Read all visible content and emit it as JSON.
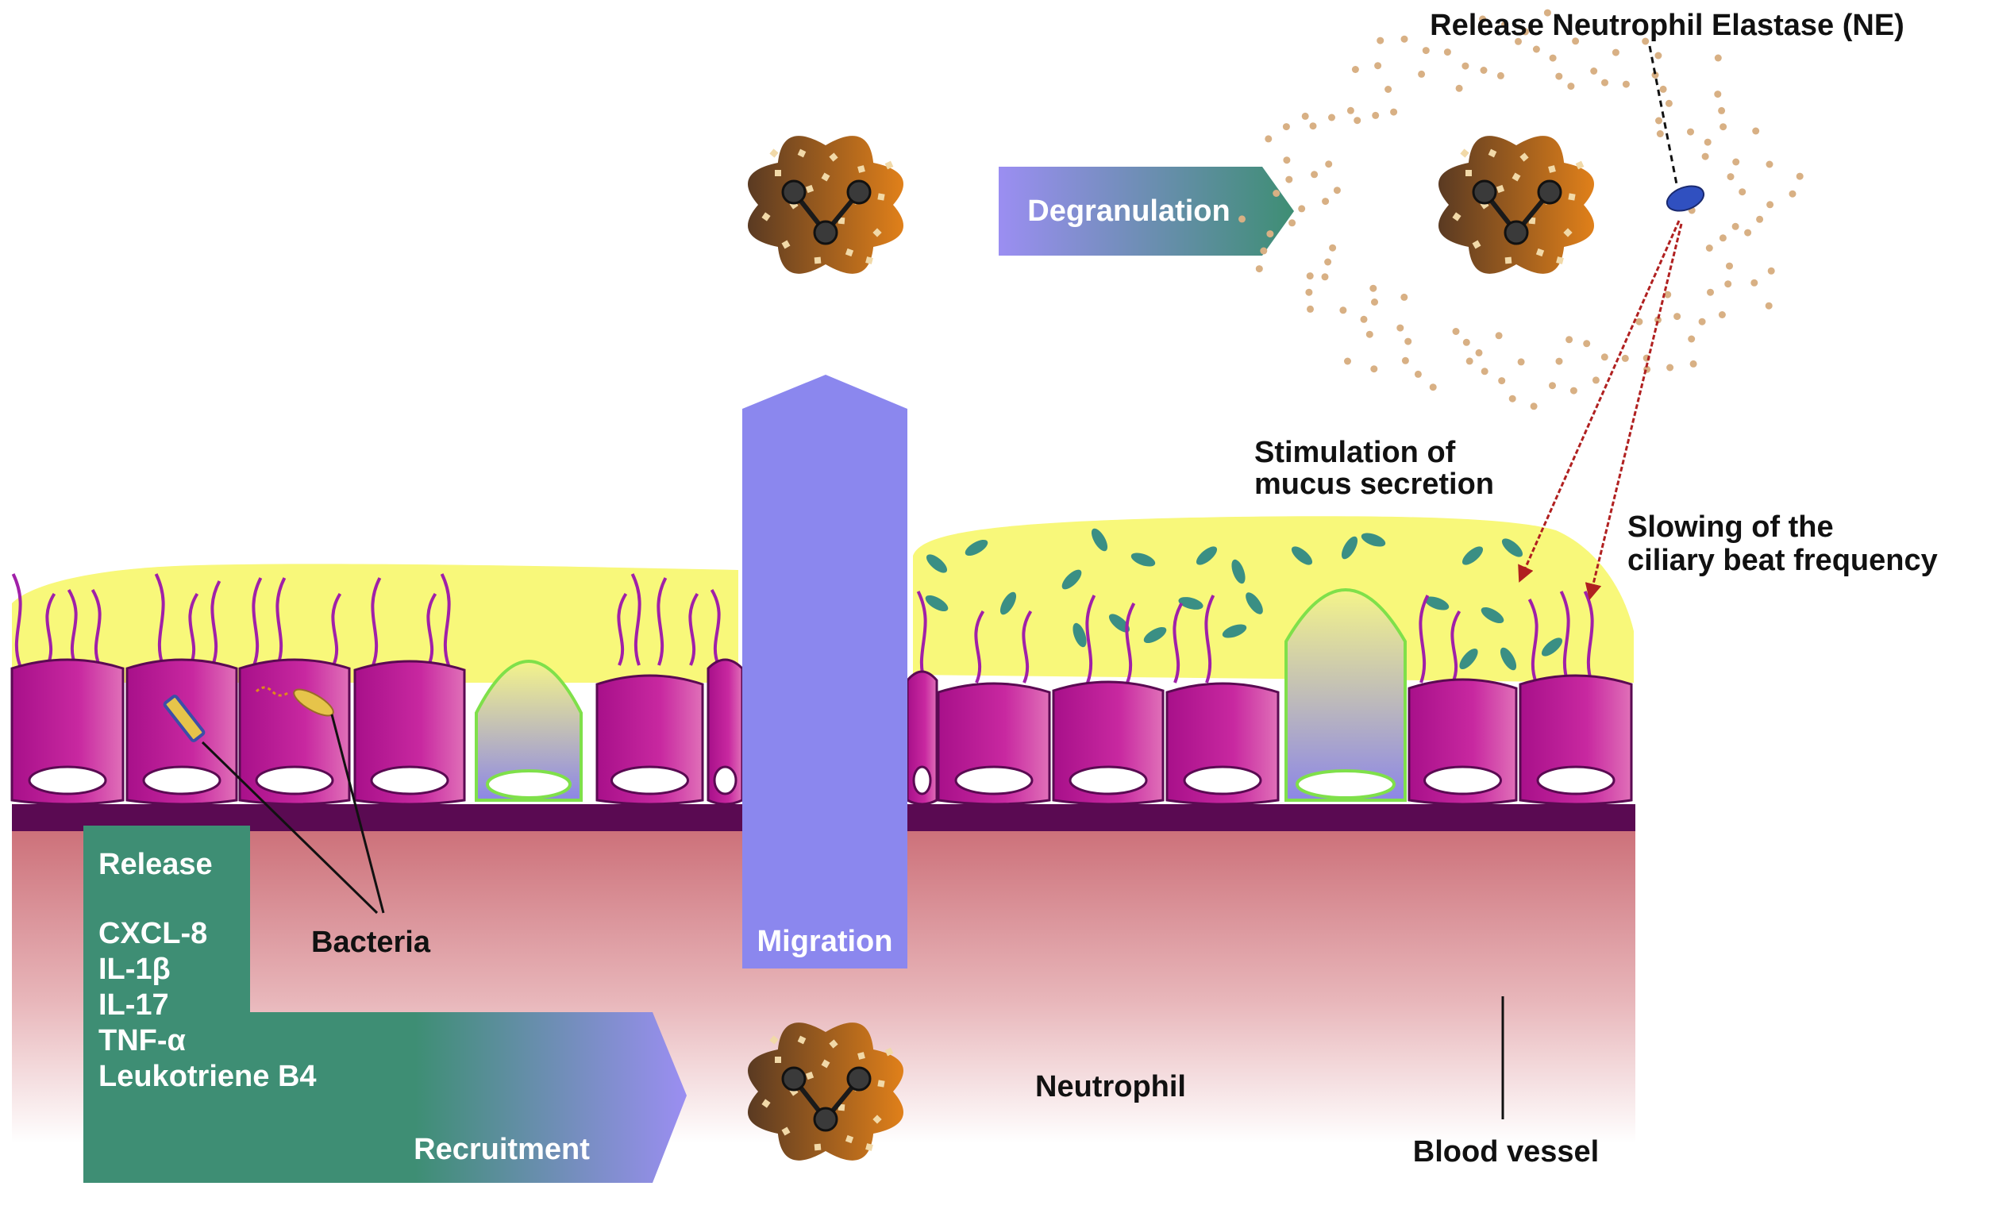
{
  "labels": {
    "release_ne": "Release Neutrophil Elastase (NE)",
    "degranulation": "Degranulation",
    "stimulation_line1": "Stimulation of",
    "stimulation_line2": "mucus secretion",
    "slowing_line1": "Slowing of the",
    "slowing_line2": "ciliary beat frequency",
    "migration": "Migration",
    "release": "Release",
    "bacteria": "Bacteria",
    "neutrophil": "Neutrophil",
    "recruitment": "Recruitment",
    "blood_vessel": "Blood vessel"
  },
  "mediators": [
    "CXCL-8",
    "IL-1β",
    "IL-17",
    "TNF-α",
    "Leukotriene B4"
  ],
  "colors": {
    "epithelial_cell": "#c0209a",
    "mucus": "#f8f87a",
    "cilia": "#a020a8",
    "basement_membrane": "#5a0a52",
    "blood_vessel": "#d98a90",
    "neutrophil": "#a0602a",
    "arrow_purple": "#8b87ee",
    "arrow_green": "#3f8f78",
    "red_arrow": "#b02020",
    "elastase": "#3050c0",
    "mucus_particles": "#3a8f84"
  }
}
